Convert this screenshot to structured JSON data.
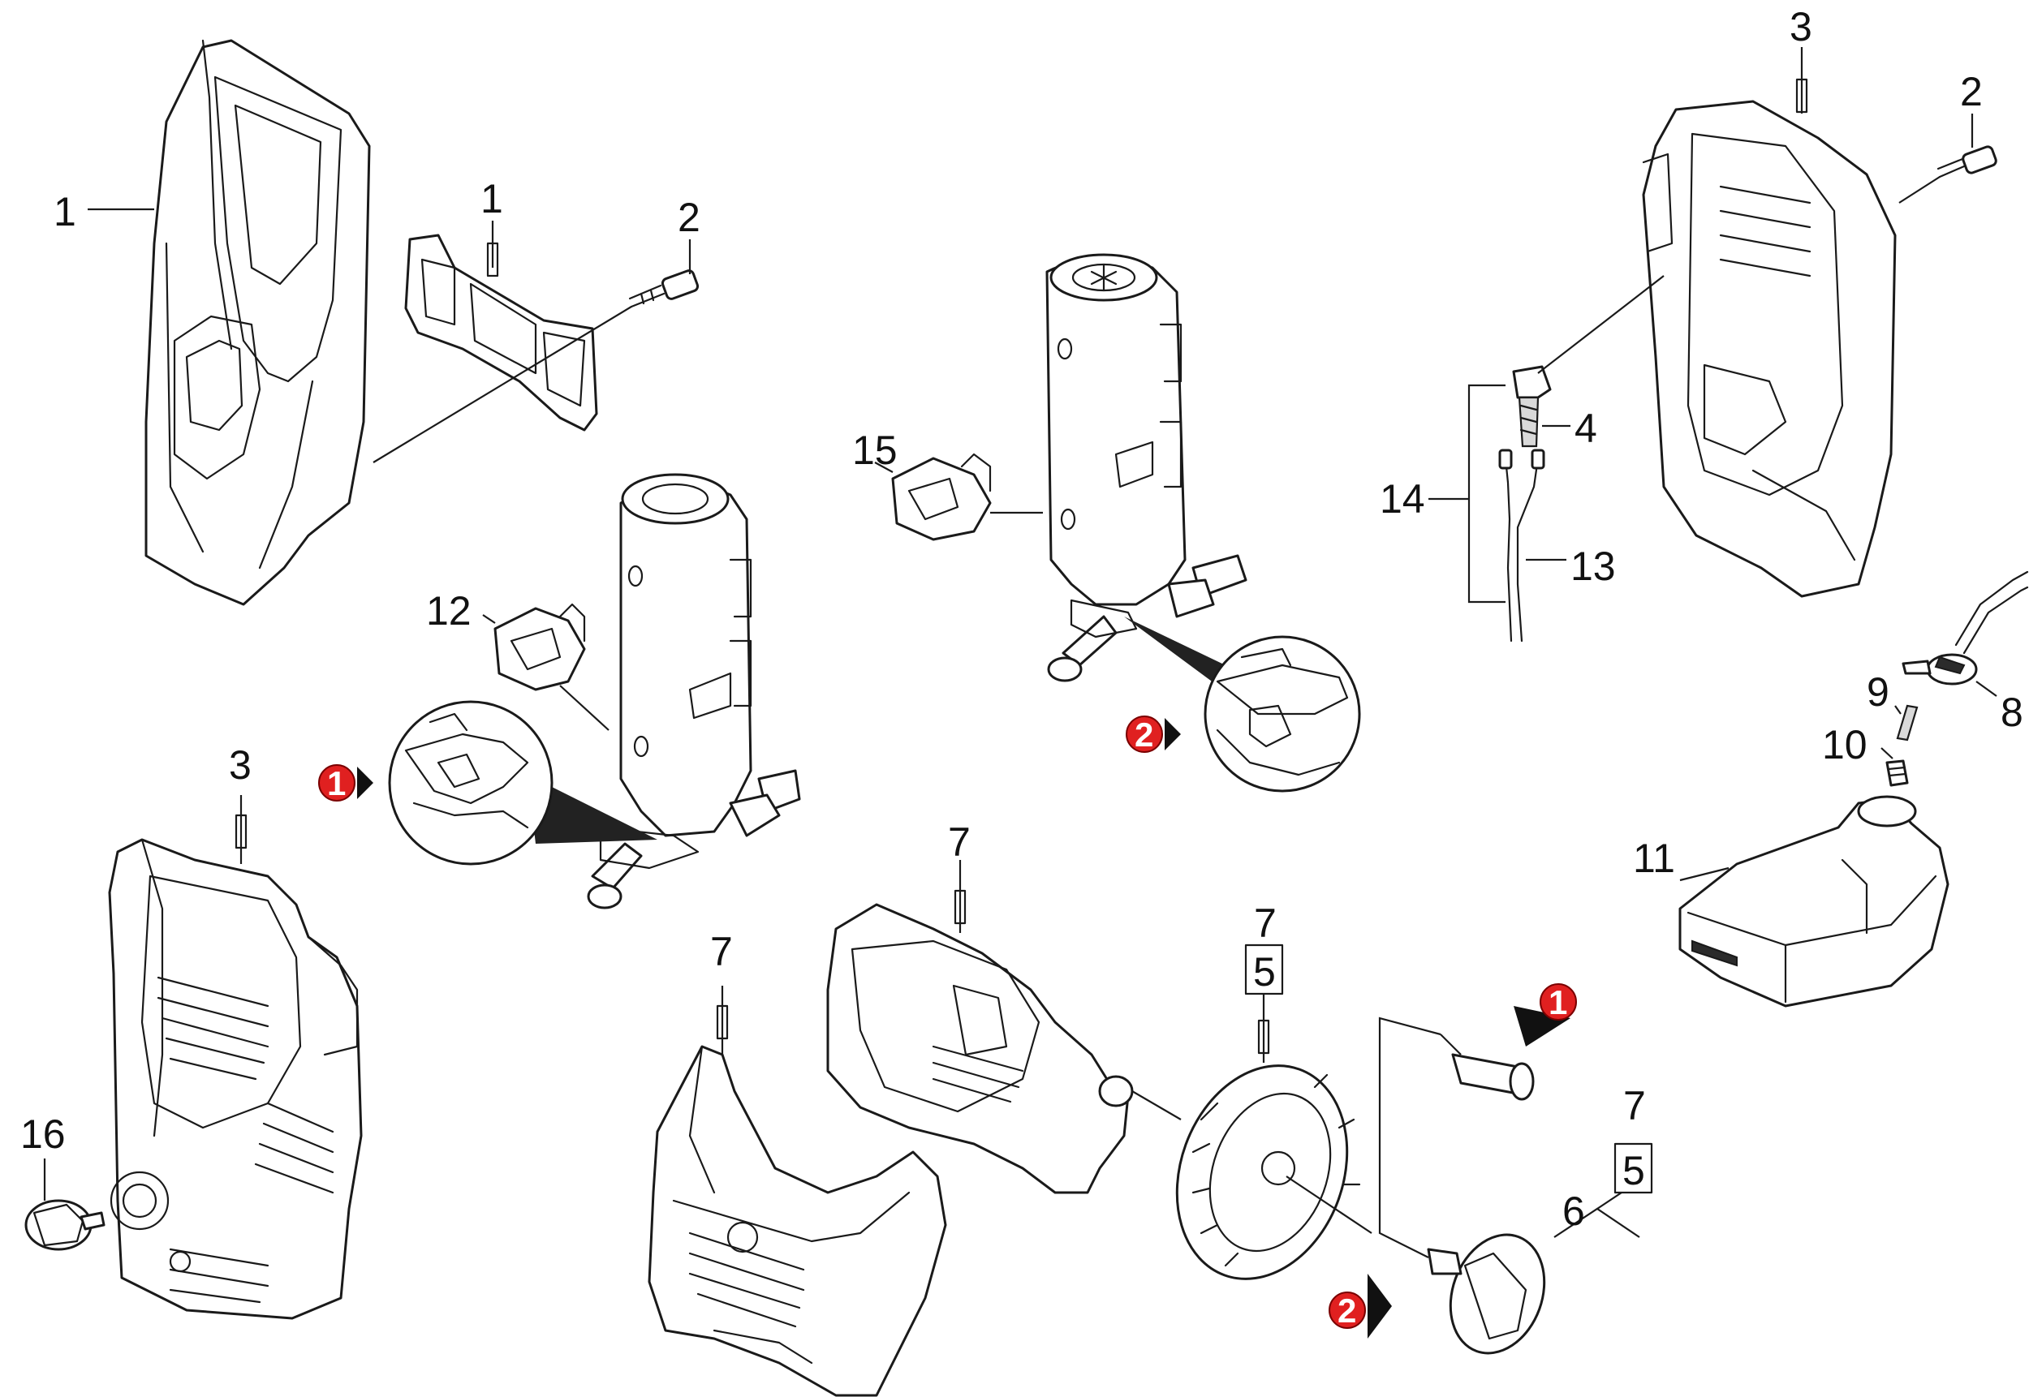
{
  "callouts": {
    "c1a": "1",
    "c1b": "1",
    "c2a": "2",
    "c2b": "2",
    "c3a": "3",
    "c3b": "3",
    "c4": "4",
    "c5a": "5",
    "c5b": "5",
    "c6": "6",
    "c7a": "7",
    "c7b": "7",
    "c7c": "7",
    "c7d": "7",
    "c8": "8",
    "c9": "9",
    "c10": "10",
    "c11": "11",
    "c12": "12",
    "c13": "13",
    "c14": "14",
    "c15": "15",
    "c16": "16"
  },
  "markers": {
    "m1a": "1",
    "m2a": "2",
    "m1b": "1",
    "m2b": "2"
  },
  "colors": {
    "marker_red": "#e02020",
    "line": "#1a1a1a"
  }
}
